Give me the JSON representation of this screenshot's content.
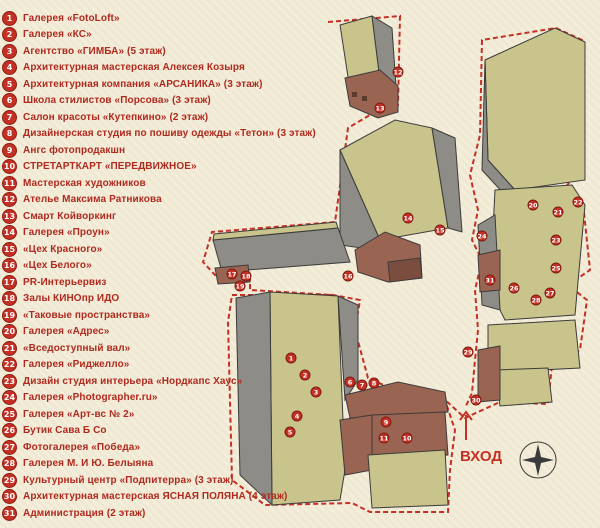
{
  "legend": {
    "items": [
      {
        "n": "1",
        "label": "Галерея «FotoLoft»"
      },
      {
        "n": "2",
        "label": "Галерея «КС»"
      },
      {
        "n": "3",
        "label": "Агентство «ГИМБА» (5 этаж)"
      },
      {
        "n": "4",
        "label": "Архитектурная мастерская Алексея Козыря"
      },
      {
        "n": "5",
        "label": "Архитектурная компания «АРСАНИКА» (3 этаж)"
      },
      {
        "n": "6",
        "label": "Школа стилистов «Порсова» (3 этаж)"
      },
      {
        "n": "7",
        "label": "Салон красоты «Кутепкино» (2 этаж)"
      },
      {
        "n": "8",
        "label": "Дизайнерская студия по пошиву одежды «Тетон» (3 этаж)"
      },
      {
        "n": "9",
        "label": "Ангс фотопродакшн"
      },
      {
        "n": "10",
        "label": "СТРЕТАРТКАРТ «ПЕРЕДВИЖНОЕ»"
      },
      {
        "n": "11",
        "label": "Мастерская художников"
      },
      {
        "n": "12",
        "label": "Ателье Максима Ратникова"
      },
      {
        "n": "13",
        "label": "Смарт Койворкинг"
      },
      {
        "n": "14",
        "label": "Галерея «Проун»"
      },
      {
        "n": "15",
        "label": "«Цех Красного»"
      },
      {
        "n": "16",
        "label": "«Цех Белого»"
      },
      {
        "n": "17",
        "label": "PR-Интерьервиз"
      },
      {
        "n": "18",
        "label": "Залы КИНОпр ИДО"
      },
      {
        "n": "19",
        "label": "«Таковые пространства»"
      },
      {
        "n": "20",
        "label": "Галерея «Адрес»"
      },
      {
        "n": "21",
        "label": "«Вседоступный вал»"
      },
      {
        "n": "22",
        "label": "Галерея «Риджелло»"
      },
      {
        "n": "23",
        "label": "Дизайн студия интерьера «Нордкапс Хаус»"
      },
      {
        "n": "24",
        "label": "Галерея «Photographer.ru»"
      },
      {
        "n": "25",
        "label": "Галерея «Арт-вс № 2»"
      },
      {
        "n": "26",
        "label": "Бутик Сава Б Со"
      },
      {
        "n": "27",
        "label": "Фотогалерея «Победа»"
      },
      {
        "n": "28",
        "label": "Галерея М. И Ю. Белыяна"
      },
      {
        "n": "29",
        "label": "Культурный центр «Подпитерра» (3 этаж)"
      },
      {
        "n": "30",
        "label": "Архитектурная мастерская ЯСНАЯ ПОЛЯНА (4 этаж)"
      },
      {
        "n": "31",
        "label": "Администрация (2 этаж)"
      }
    ]
  },
  "map": {
    "entrance_label": "ВХОД",
    "compass_icon": "compass-rose-icon",
    "colors": {
      "building_top": "#c9c38c",
      "building_side": "#8e8c87",
      "brick": "#9a6452",
      "boundary": "#c43124",
      "marker": "#c43124"
    },
    "markers": [
      "1",
      "2",
      "3",
      "4",
      "5",
      "6",
      "7",
      "8",
      "9",
      "10",
      "11",
      "12",
      "13",
      "14",
      "15",
      "16",
      "17",
      "18",
      "19",
      "20",
      "21",
      "22",
      "23",
      "24",
      "25",
      "26",
      "27",
      "28",
      "29",
      "30",
      "31"
    ]
  }
}
